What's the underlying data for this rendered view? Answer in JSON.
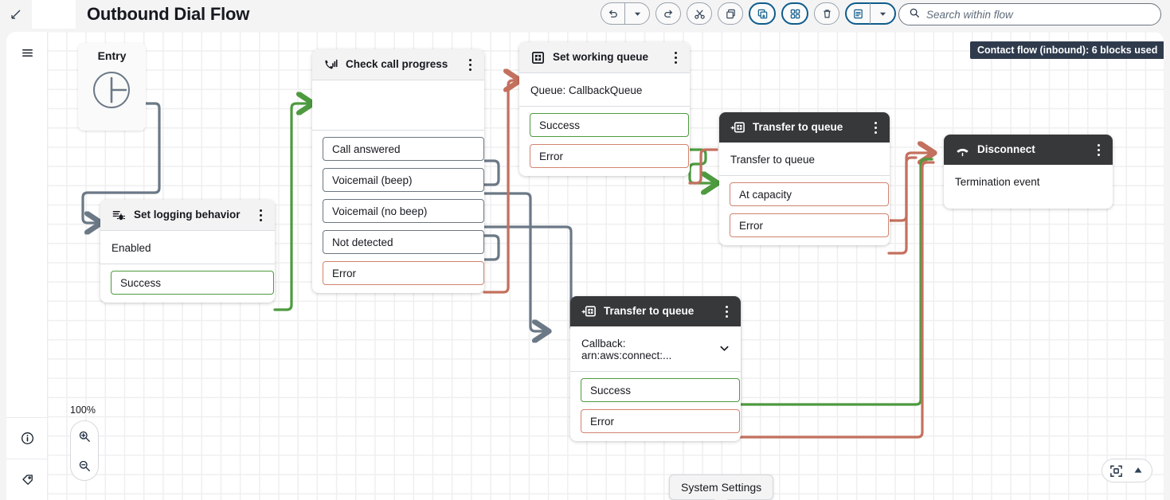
{
  "header": {
    "pencil_icon": "pencil-icon",
    "title": "Outbound Dial Flow",
    "toolbar": [
      {
        "name": "undo-button",
        "icon": "undo-icon"
      },
      {
        "name": "undo-dropdown-button",
        "icon": "chevron-down-icon"
      },
      {
        "name": "redo-button",
        "icon": "redo-icon"
      },
      {
        "name": "cut-button",
        "icon": "scissors-icon"
      },
      {
        "name": "copy-button",
        "icon": "copy-icon"
      },
      {
        "name": "add-to-library-button",
        "icon": "add-block-icon"
      },
      {
        "name": "arrange-blocks-button",
        "icon": "grid-squares-icon"
      },
      {
        "name": "delete-button",
        "icon": "trash-icon"
      },
      {
        "name": "notes-button",
        "icon": "document-icon"
      },
      {
        "name": "notes-dropdown-button",
        "icon": "chevron-down-icon"
      }
    ],
    "search": {
      "placeholder": "Search within flow",
      "value": ""
    }
  },
  "canvas": {
    "blocks_badge": "Contact flow (inbound): 6 blocks used",
    "zoom_level": "100%",
    "tooltip": "System Settings",
    "entry_label": "Entry",
    "colors": {
      "success": "#4d9a3f",
      "error": "#c4705e",
      "neutral": "#6b7886",
      "dark_header": "#37383a",
      "badge": "#2f3b4d"
    }
  },
  "rail": {
    "top": [
      {
        "name": "menu-toggle",
        "icon": "hamburger-icon"
      }
    ],
    "bottom": [
      {
        "name": "info-button",
        "icon": "info-circle-icon"
      },
      {
        "name": "tags-button",
        "icon": "tag-icon"
      }
    ]
  },
  "zoom_controls": {
    "zoom_in": "zoom-in-icon",
    "zoom_out": "zoom-out-icon",
    "fit_to_screen": "fit-screen-icon",
    "collapse": "triangle-up-icon"
  },
  "nodes": [
    {
      "id": "set-logging-behavior",
      "icon": "logging-bug-icon",
      "title": "Set logging behavior",
      "body": "Enabled",
      "ports": [
        {
          "label": "Success",
          "kind": "ok"
        }
      ]
    },
    {
      "id": "check-call-progress",
      "icon": "call-progress-icon",
      "title": "Check call progress",
      "body": "",
      "ports": [
        {
          "label": "Call answered",
          "kind": "neutral"
        },
        {
          "label": "Voicemail (beep)",
          "kind": "neutral"
        },
        {
          "label": "Voicemail (no beep)",
          "kind": "neutral"
        },
        {
          "label": "Not detected",
          "kind": "neutral"
        },
        {
          "label": "Error",
          "kind": "err"
        }
      ]
    },
    {
      "id": "set-working-queue",
      "icon": "set-queue-icon",
      "title": "Set working queue",
      "body": "Queue: CallbackQueue",
      "ports": [
        {
          "label": "Success",
          "kind": "ok"
        },
        {
          "label": "Error",
          "kind": "err"
        }
      ]
    },
    {
      "id": "transfer-to-queue-top",
      "icon": "transfer-queue-icon",
      "title": "Transfer to queue",
      "body": "Transfer to queue",
      "ports": [
        {
          "label": "At capacity",
          "kind": "err"
        },
        {
          "label": "Error",
          "kind": "err"
        }
      ]
    },
    {
      "id": "transfer-to-queue-callback",
      "icon": "transfer-queue-icon",
      "title": "Transfer to queue",
      "body": "Callback: arn:aws:connect:...",
      "body_chevron": "chevron-down-icon",
      "ports": [
        {
          "label": "Success",
          "kind": "ok"
        },
        {
          "label": "Error",
          "kind": "err"
        }
      ]
    },
    {
      "id": "disconnect",
      "icon": "disconnect-phone-icon",
      "title": "Disconnect",
      "body": "Termination event",
      "ports": []
    }
  ]
}
